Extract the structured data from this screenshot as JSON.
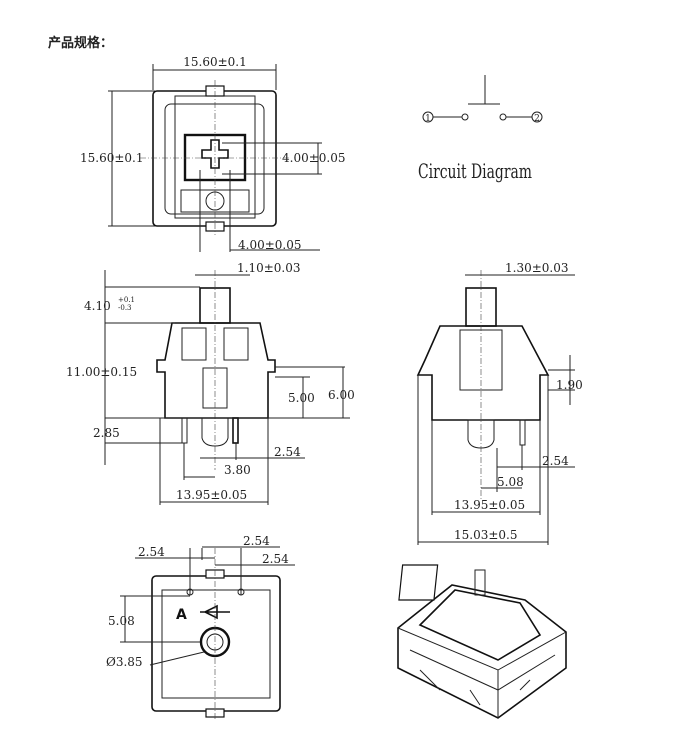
{
  "heading": "产品规格：",
  "top_view": {
    "width": "15.60±0.1",
    "height": "15.60±0.1",
    "stem_cross": "4.00±0.05",
    "stem_offset": "4.00±0.05"
  },
  "circuit": {
    "title": "Circuit Diagram",
    "terminal_1": "1",
    "terminal_2": "2"
  },
  "side_view": {
    "stem_width": "1.10±0.03",
    "stem_height": "4.10",
    "stem_tol_plus": "+0.1",
    "stem_tol_minus": "-0.3",
    "body_height": "11.00±0.15",
    "h_5": "5.00",
    "h_6": "6.00",
    "pin_len": "2.85",
    "pitch": "2.54",
    "spacing": "3.80",
    "width": "13.95±0.05"
  },
  "front_view": {
    "stem_width": "1.30±0.03",
    "clip": "1.90",
    "pitch": "2.54",
    "spacing": "5.08",
    "width": "13.95±0.05",
    "outer_width": "15.03±0.5"
  },
  "bottom_view": {
    "pitch_left": "2.54",
    "pitch_top": "2.54",
    "pitch_right": "2.54",
    "vertical": "5.08",
    "diameter": "Ø3.85",
    "marker": "A"
  }
}
